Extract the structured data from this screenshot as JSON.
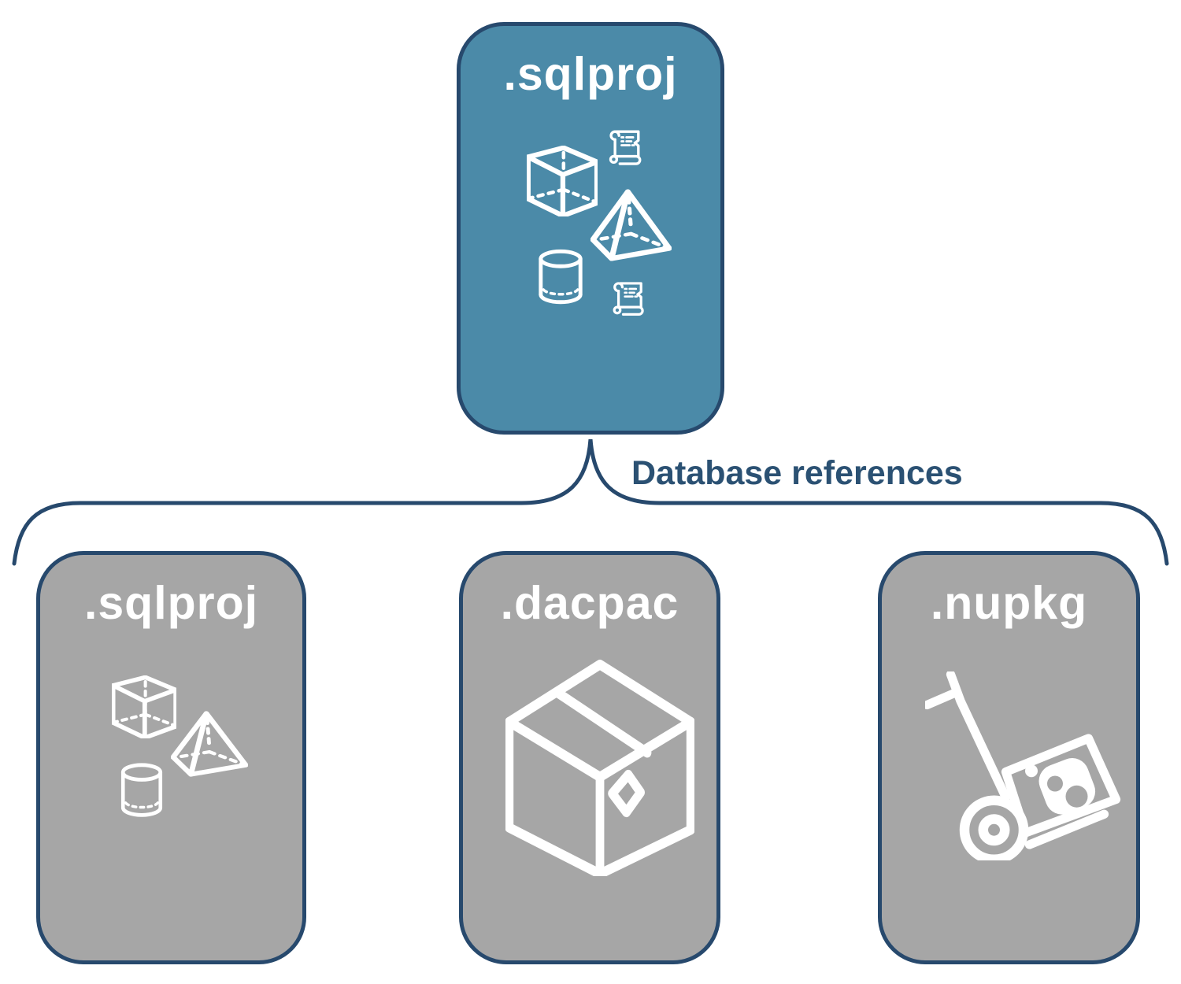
{
  "diagram": {
    "root_card": {
      "label": ".sqlproj",
      "icons": [
        "cube-icon",
        "scroll-icon",
        "pyramid-icon",
        "cylinder-icon",
        "scroll-icon"
      ]
    },
    "connector": {
      "label": "Database references"
    },
    "child_cards": [
      {
        "label": ".sqlproj",
        "icons": [
          "cube-icon",
          "pyramid-icon",
          "cylinder-icon"
        ]
      },
      {
        "label": ".dacpac",
        "icons": [
          "package-box-icon"
        ]
      },
      {
        "label": ".nupkg",
        "icons": [
          "hand-truck-icon"
        ]
      }
    ]
  },
  "colors": {
    "root_card_fill": "#4B8AA8",
    "child_card_fill": "#A6A6A6",
    "outline": "#27496D",
    "connector_label": "#2B5173",
    "card_label": "#FFFFFF",
    "icon": "#FFFFFF"
  }
}
